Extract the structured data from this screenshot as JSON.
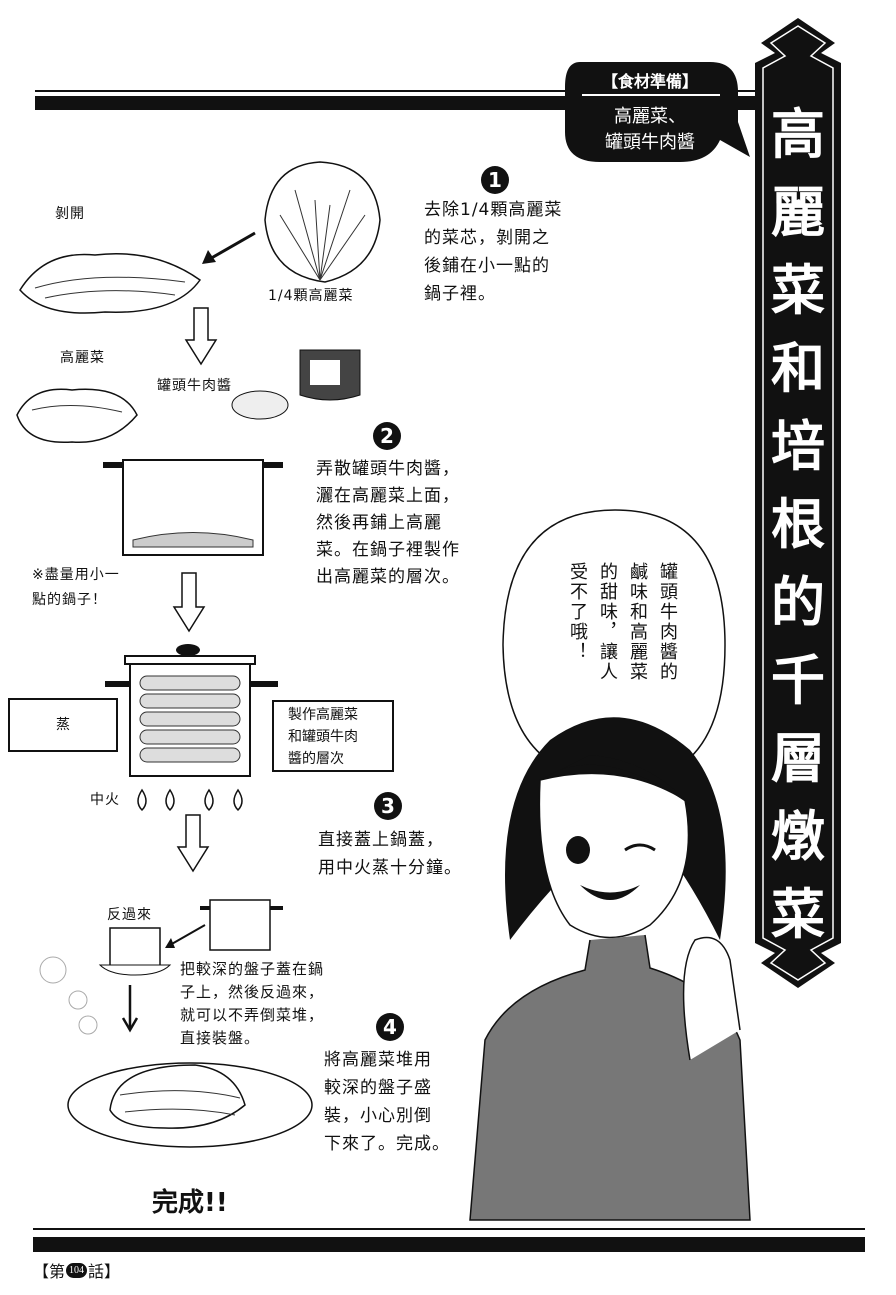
{
  "title": {
    "text": "高麗菜和培根的千層燉菜",
    "chars": [
      "高",
      "麗",
      "菜",
      "和",
      "培",
      "根",
      "的",
      "千",
      "層",
      "燉",
      "菜"
    ]
  },
  "ingredients": {
    "heading": "【食材準備】",
    "line1": "高麗菜、",
    "line2": "罐頭牛肉醬"
  },
  "steps": [
    {
      "number": "1",
      "lines": [
        "去除1/4顆高麗菜",
        "的菜芯，剝開之",
        "後鋪在小一點的",
        "鍋子裡。"
      ]
    },
    {
      "number": "2",
      "lines": [
        "弄散罐頭牛肉醬，",
        "灑在高麗菜上面，",
        "然後再鋪上高麗",
        "菜。在鍋子裡製作",
        "出高麗菜的層次。"
      ]
    },
    {
      "number": "3",
      "lines": [
        "直接蓋上鍋蓋，",
        "用中火蒸十分鐘。"
      ]
    },
    {
      "number": "4",
      "lines": [
        "將高麗菜堆用",
        "較深的盤子盛",
        "裝，小心別倒",
        "下來了。完成。"
      ]
    }
  ],
  "labels": {
    "peel": "剝開",
    "quarter_cabbage": "1/4顆高麗菜",
    "cabbage": "高麗菜",
    "canned_beef": "罐頭牛肉醬",
    "note_line1": "※盡量用小一",
    "note_line2": "點的鍋子！",
    "steam": "蒸",
    "layers_box": [
      "製作高麗菜",
      "和罐頭牛肉",
      "醬的層次"
    ],
    "medium_heat": "中火",
    "flip": "反過來",
    "flip_desc": [
      "把較深的盤子蓋在鍋",
      "子上，然後反過來，",
      "就可以不弄倒菜堆，",
      "直接裝盤。"
    ],
    "done": "完成!!"
  },
  "speech_bubble": {
    "lines": [
      "罐頭牛肉醬的",
      "鹹味和高麗菜",
      "的甜味，讓人",
      "受不了哦！"
    ]
  },
  "footer": {
    "prefix": "【第",
    "chapter": "104",
    "suffix": "話】"
  }
}
